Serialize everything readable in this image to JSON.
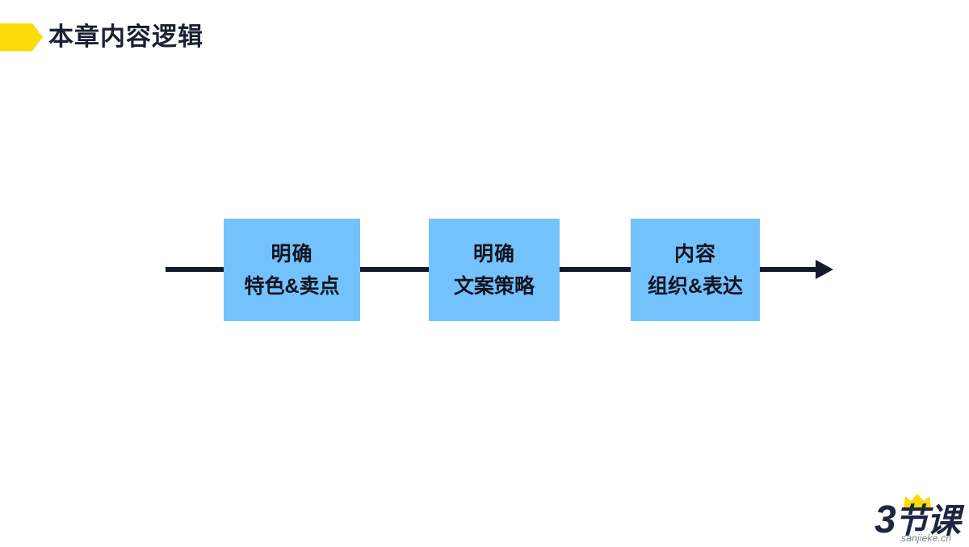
{
  "slide": {
    "background_color": "#ffffff",
    "title": "本章内容逻辑",
    "title_flag_color": "#fadc0a",
    "title_color": "#1b2033"
  },
  "diagram": {
    "type": "linear-process-flow",
    "direction": "left-to-right",
    "line_color": "#14192b",
    "box_fill_color": "#74c2fc",
    "box_text_color": "#121421",
    "steps": [
      {
        "line1": "明确",
        "line2": "特色&卖点"
      },
      {
        "line1": "明确",
        "line2": "文案策略"
      },
      {
        "line1": "内容",
        "line2": "组织&表达"
      }
    ]
  },
  "logo": {
    "mark": "3",
    "word": "节课",
    "domain": "sanjieke.cn",
    "crown_color": "#fadc0a",
    "word_color": "#1e2640",
    "domain_color": "#7c7f8a"
  }
}
